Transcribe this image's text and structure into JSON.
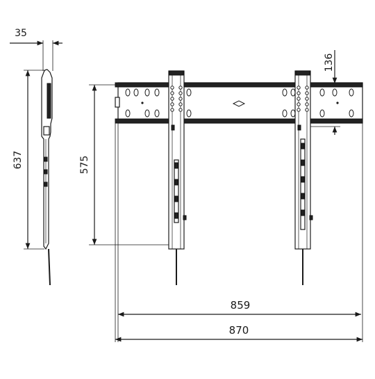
{
  "dimensions": {
    "side_depth": "35",
    "side_height": "637",
    "arm_height": "575",
    "arm_top_offset": "136",
    "inner_width": "859",
    "overall_width": "870"
  }
}
